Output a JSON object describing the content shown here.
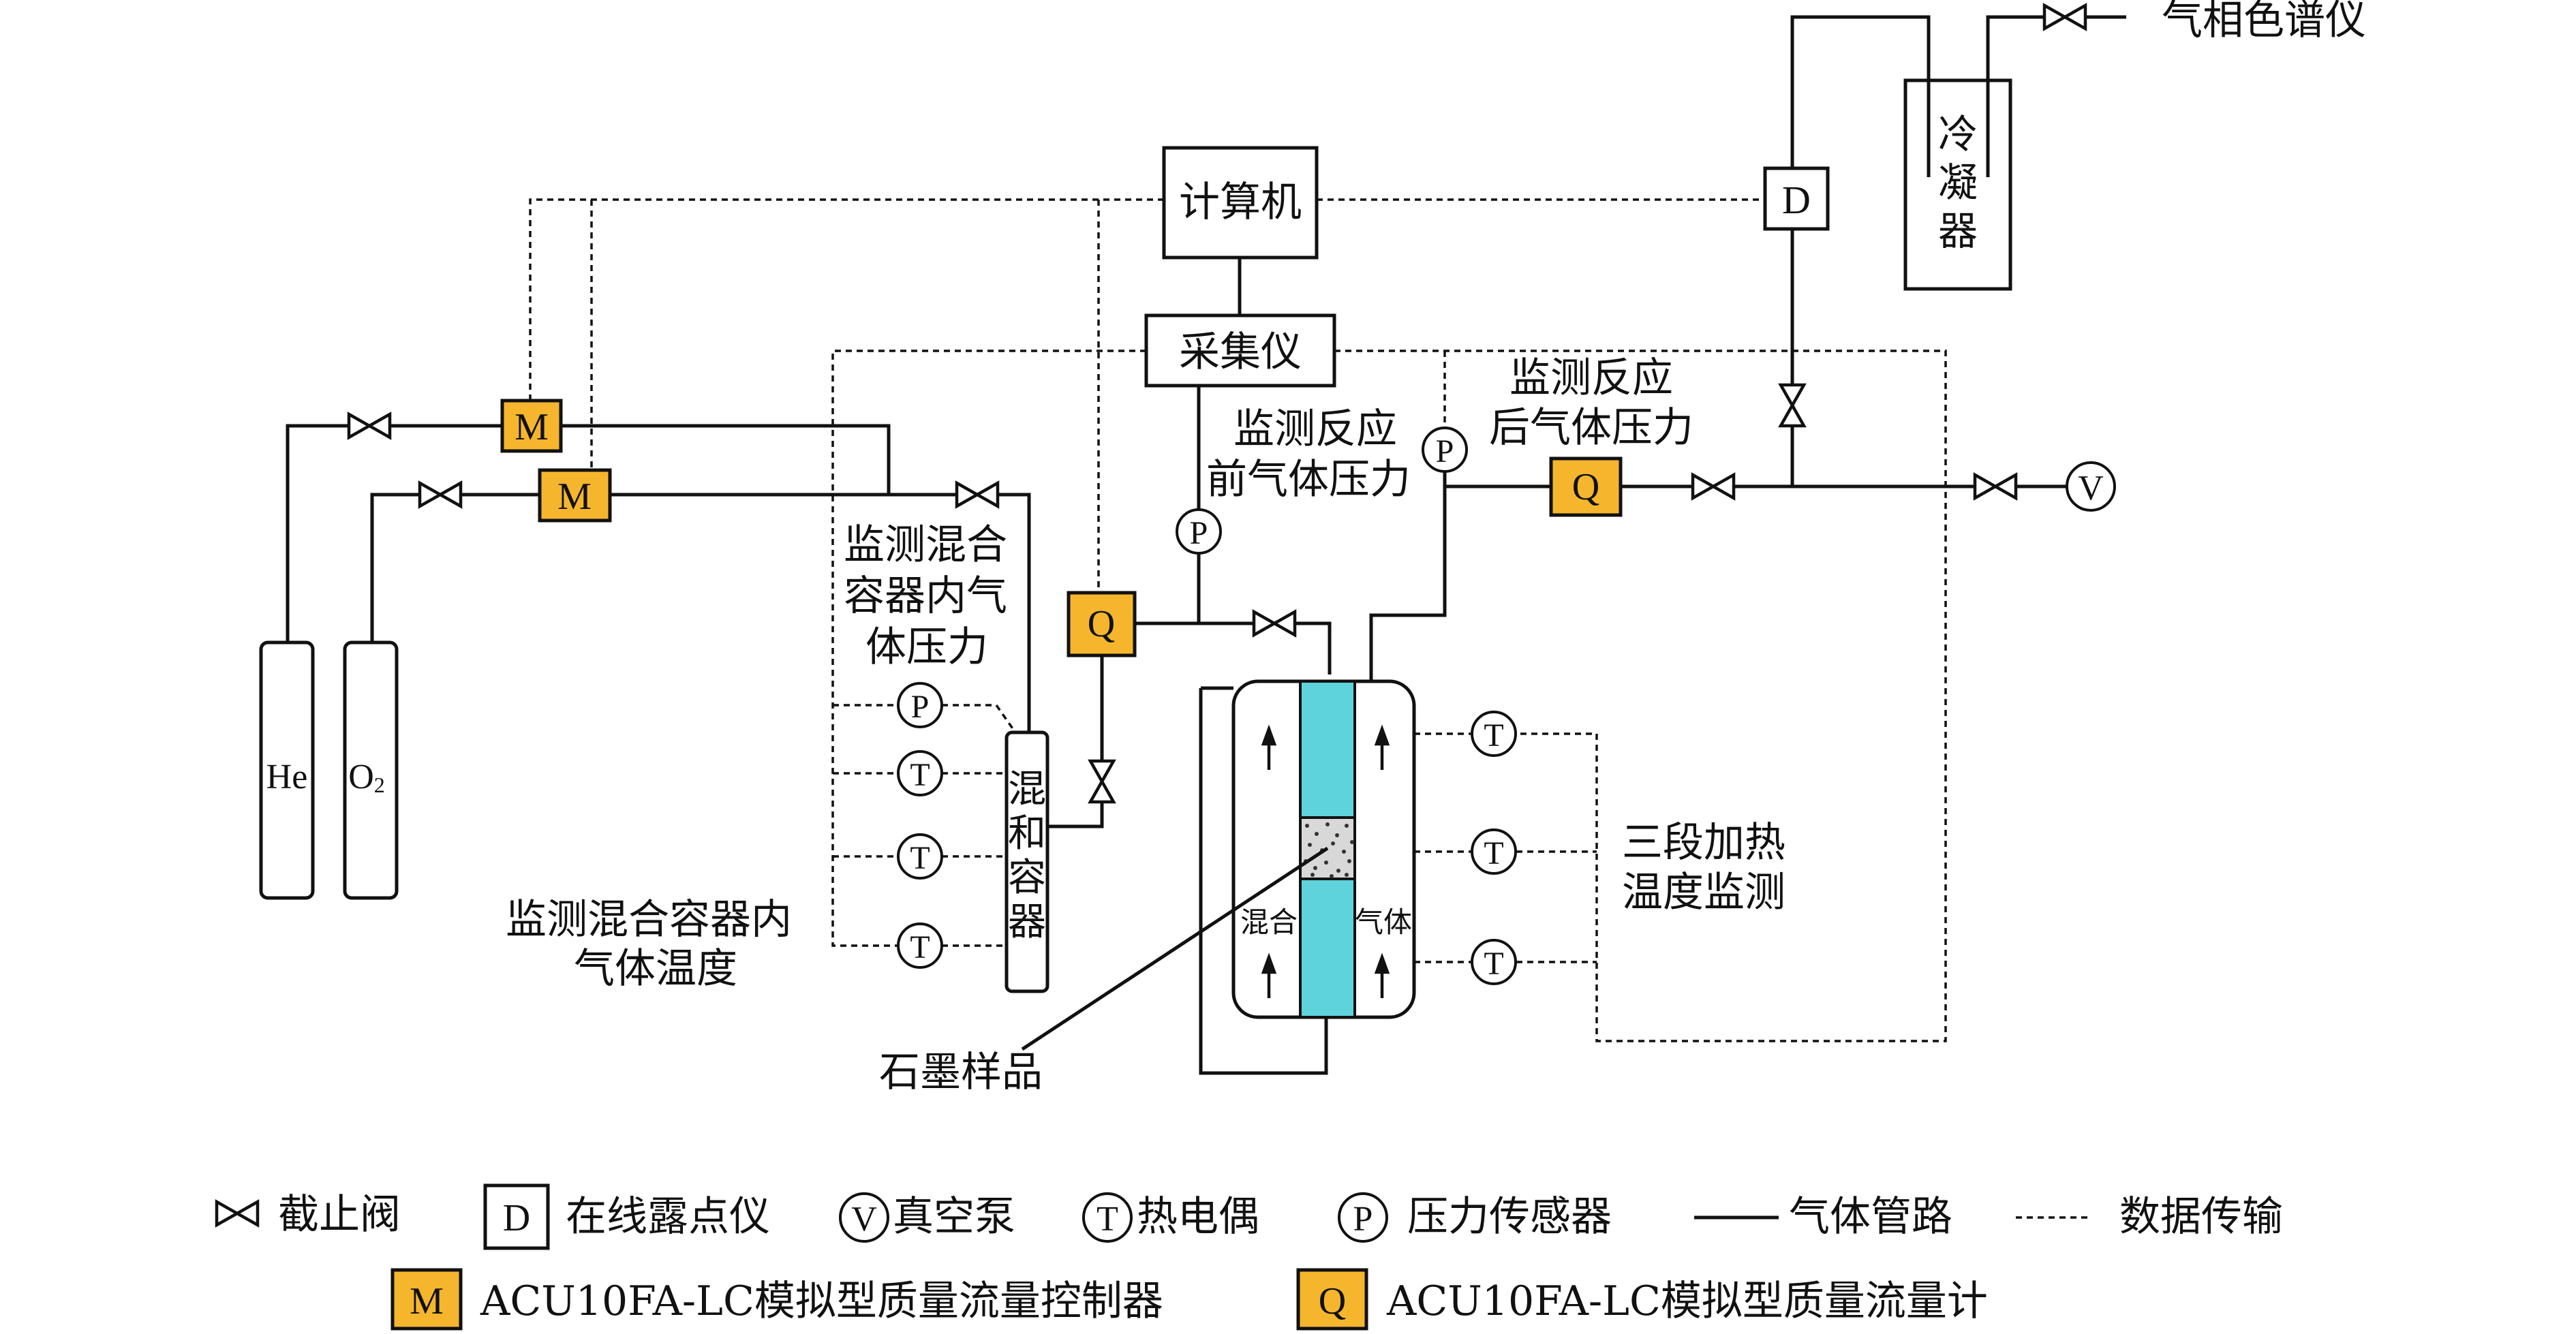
{
  "colors": {
    "controller_fill": "#F5B62D",
    "reactor_fill": "#5FD3DC",
    "line": "#111111",
    "sample_fill": "#d8d8d8"
  },
  "components": {
    "computer": "计算机",
    "acquisition": "采集仪",
    "dewpoint": "D",
    "condenser": [
      "冷",
      "凝",
      "器"
    ],
    "gc": "气相色谱仪",
    "vacuum_pump": "V",
    "controller_letter": "M",
    "flowmeter_letter": "Q",
    "pressure_letter": "P",
    "thermo_letter": "T",
    "cylinder_he": "He",
    "cylinder_o2_main": "O",
    "cylinder_o2_sub": "2",
    "mixer": [
      "混",
      "和",
      "容",
      "器"
    ],
    "reactor_left_text": "混合",
    "reactor_right_text": "气体",
    "sample": "石墨样品"
  },
  "annotations": {
    "pre_pressure": [
      "监测反应",
      "前气体压力"
    ],
    "post_pressure": [
      "监测反应",
      "后气体压力"
    ],
    "mix_pressure": [
      "监测混合",
      "容器内气",
      "体压力"
    ],
    "mix_temp": [
      "监测混合容器内",
      "气体温度"
    ],
    "heating": [
      "三段加热",
      "温度监测"
    ]
  },
  "legend": {
    "valve": "截止阀",
    "dewpoint": "在线露点仪",
    "vacuum": "真空泵",
    "thermocouple": "热电偶",
    "pressure": "压力传感器",
    "gas_line": "气体管路",
    "data_line": "数据传输",
    "controller": "ACU10FA-LC模拟型质量流量控制器",
    "flowmeter": "ACU10FA-LC模拟型质量流量计"
  }
}
